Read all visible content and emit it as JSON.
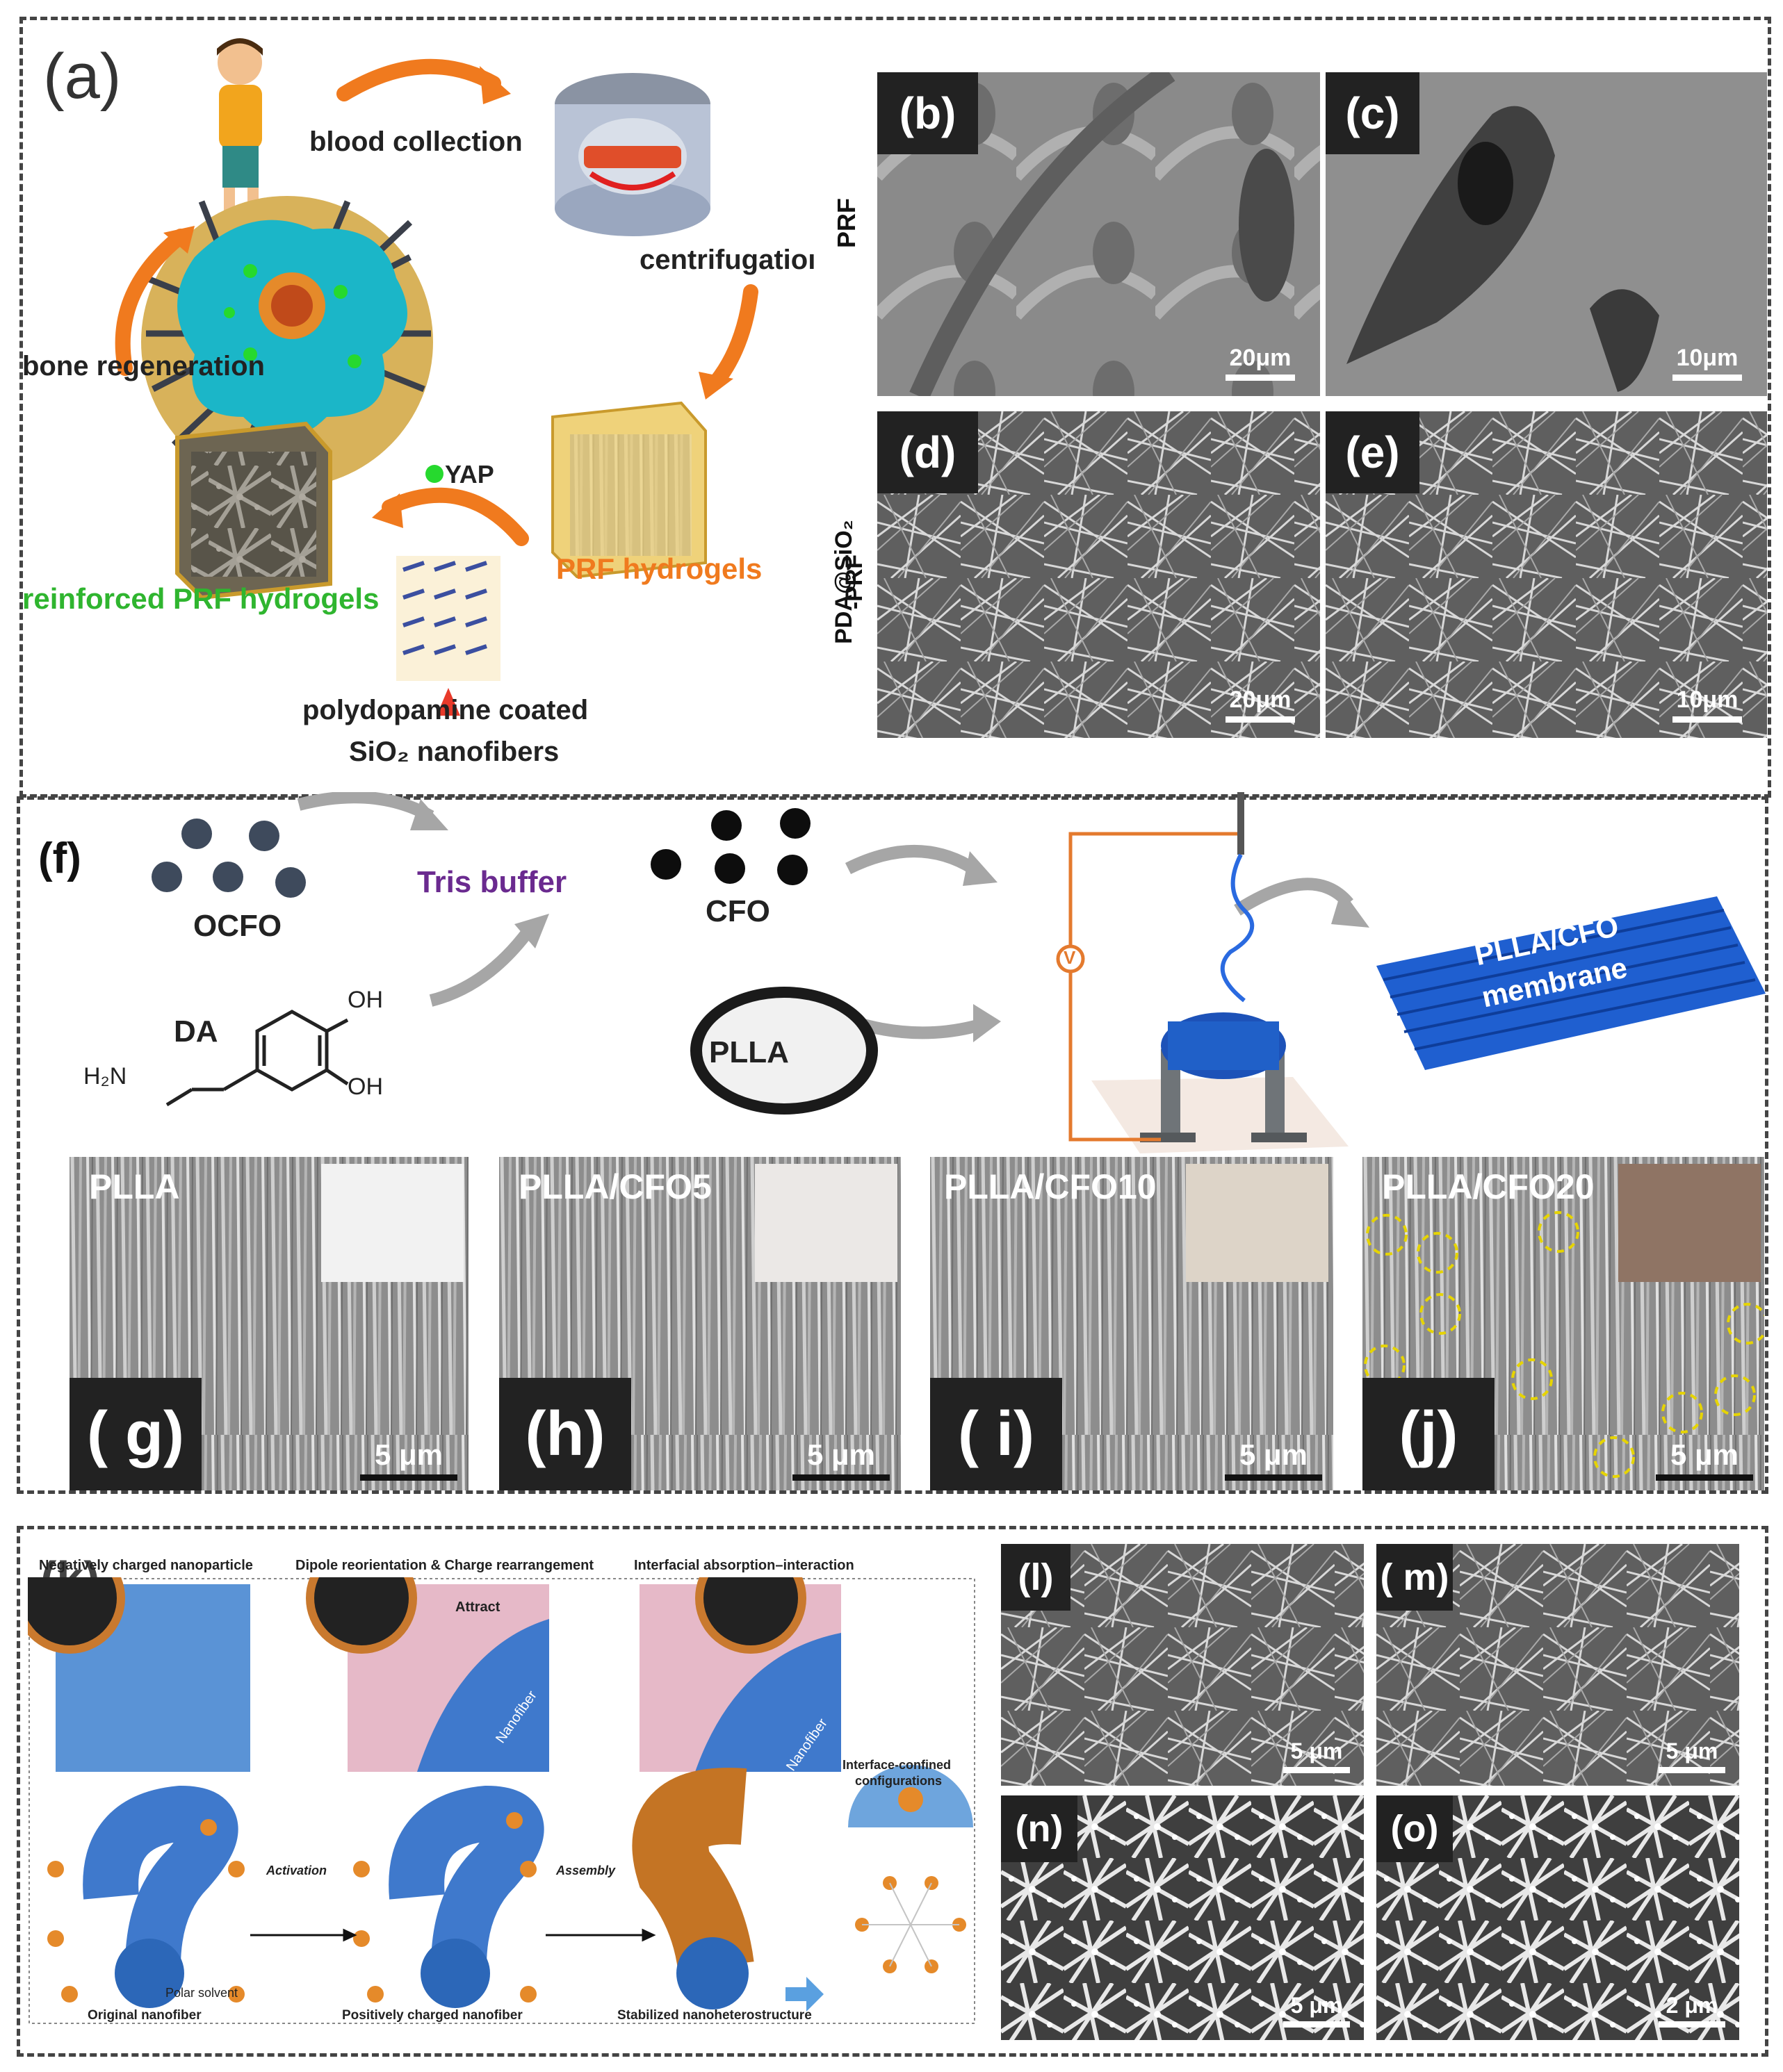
{
  "panel_a": {
    "label": "(a)",
    "blood_collection": "blood collection",
    "centrifugation": "centrifugatioı",
    "bone_regeneration": "bone regeneration",
    "yap": "YAP",
    "reinforced": "reinforced PRF hydrogels",
    "prf_hydrogels": "PRF hydrogels",
    "polydopamine_line1": "polydopamine coated",
    "polydopamine_line2": "SiO₂ nanofibers"
  },
  "sem_top": {
    "row1_label": "PRF",
    "row2_label_line1": "PDA@SiO₂",
    "row2_label_line2": "-PRF",
    "b": {
      "label": "(b)",
      "scale": "20μm"
    },
    "c": {
      "label": "(c)",
      "scale": "10μm"
    },
    "d": {
      "label": "(d)",
      "scale": "20μm"
    },
    "e": {
      "label": "(e)",
      "scale": "10μm"
    }
  },
  "panel_f": {
    "label": "(f)",
    "ocfo": "OCFO",
    "tris": "Tris buffer",
    "cfo": "CFO",
    "da": "DA",
    "oh1": "OH",
    "oh2": "OH",
    "h2n": "H₂N",
    "plla": "PLLA",
    "voltage": "V",
    "membrane_line1": "PLLA/CFO",
    "membrane_line2": "membrane"
  },
  "sem_mid": [
    {
      "name": "PLLA",
      "label": "( g)",
      "scale": "5 μm"
    },
    {
      "name": "PLLA/CFO5",
      "label": "(h)",
      "scale": "5 μm"
    },
    {
      "name": "PLLA/CFO10",
      "label": "( i)",
      "scale": "5 μm"
    },
    {
      "name": "PLLA/CFO20",
      "label": "(j)",
      "scale": "5 μm"
    }
  ],
  "panel_k": {
    "label": "(k)",
    "title1": "Negatively charged nanoparticle",
    "title2": "Dipole reorientation & Charge rearrangement",
    "title3": "Interfacial absorption–interaction",
    "attract": "Attract",
    "nanofiber": "Nanofiber",
    "polar_solvent": "Polar solvent",
    "activation": "Activation",
    "assembly": "Assembly",
    "interface_line1": "Interface-confined",
    "interface_line2": "configurations",
    "cap1": "Original nanofiber",
    "cap2": "Positively charged nanofiber",
    "cap3": "Stabilized nanoheterostructure"
  },
  "sem_bottom": {
    "l": {
      "label": "(l)",
      "scale": "5 μm"
    },
    "m": {
      "label": "( m)",
      "scale": "5 μm"
    },
    "n": {
      "label": "(n)",
      "scale": "5 μm"
    },
    "o": {
      "label": "(o)",
      "scale": "2 μm"
    }
  },
  "colors": {
    "arrow_orange": "#f07a1e",
    "hydrogel_yellow": "#e8b84a",
    "green_text": "#2fb52f",
    "orange_text": "#f07a1e",
    "purple_text": "#6a2a8f",
    "fiber_blue": "#1f5fd0"
  }
}
